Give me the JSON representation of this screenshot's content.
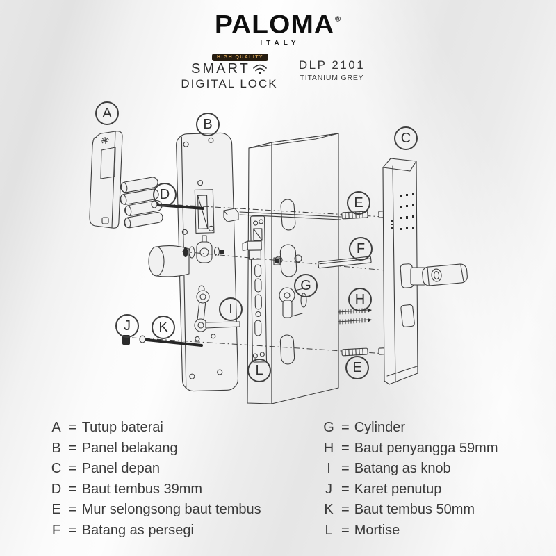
{
  "header": {
    "brand": "PALOMA",
    "registered_mark": "®",
    "country": "ITALY",
    "quality_badge": "HIGH QUALITY",
    "product_line1": "SMART",
    "product_line2": "DIGITAL LOCK",
    "wifi_icon": "wifi-icon",
    "model": "DLP 2101",
    "finish": "TITANIUM GREY"
  },
  "colors": {
    "line": "#3d3d3d",
    "text": "#3a3a3a",
    "badge_bg": "#261d11",
    "badge_text": "#d4a359"
  },
  "diagram": {
    "labels": [
      {
        "letter": "A"
      },
      {
        "letter": "B"
      },
      {
        "letter": "C"
      },
      {
        "letter": "D"
      },
      {
        "letter": "E"
      },
      {
        "letter": "F"
      },
      {
        "letter": "G"
      },
      {
        "letter": "H"
      },
      {
        "letter": "I"
      },
      {
        "letter": "J"
      },
      {
        "letter": "K"
      },
      {
        "letter": "E"
      },
      {
        "letter": "L"
      }
    ]
  },
  "legend": {
    "separator": "=",
    "left": [
      {
        "letter": "A",
        "text": "Tutup baterai"
      },
      {
        "letter": "B",
        "text": "Panel belakang"
      },
      {
        "letter": "C",
        "text": "Panel depan"
      },
      {
        "letter": "D",
        "text": "Baut tembus 39mm"
      },
      {
        "letter": "E",
        "text": "Mur selongsong baut tembus"
      },
      {
        "letter": "F",
        "text": "Batang as persegi"
      }
    ],
    "right": [
      {
        "letter": "G",
        "text": "Cylinder"
      },
      {
        "letter": "H",
        "text": "Baut penyangga 59mm"
      },
      {
        "letter": "I",
        "text": "Batang as knob"
      },
      {
        "letter": "J",
        "text": "Karet penutup"
      },
      {
        "letter": "K",
        "text": "Baut tembus 50mm"
      },
      {
        "letter": "L",
        "text": "Mortise"
      }
    ]
  }
}
